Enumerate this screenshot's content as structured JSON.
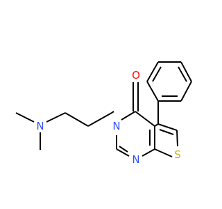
{
  "molecule": {
    "atoms": {
      "n_amine": {
        "symbol": "N",
        "color": "#3050f8"
      },
      "n3": {
        "symbol": "N",
        "color": "#3050f8"
      },
      "n1": {
        "symbol": "N",
        "color": "#3050f8"
      },
      "o": {
        "symbol": "O",
        "color": "#ff0d0d"
      },
      "s": {
        "symbol": "S",
        "color": "#c8b400"
      }
    },
    "bond_color": "#000000"
  }
}
